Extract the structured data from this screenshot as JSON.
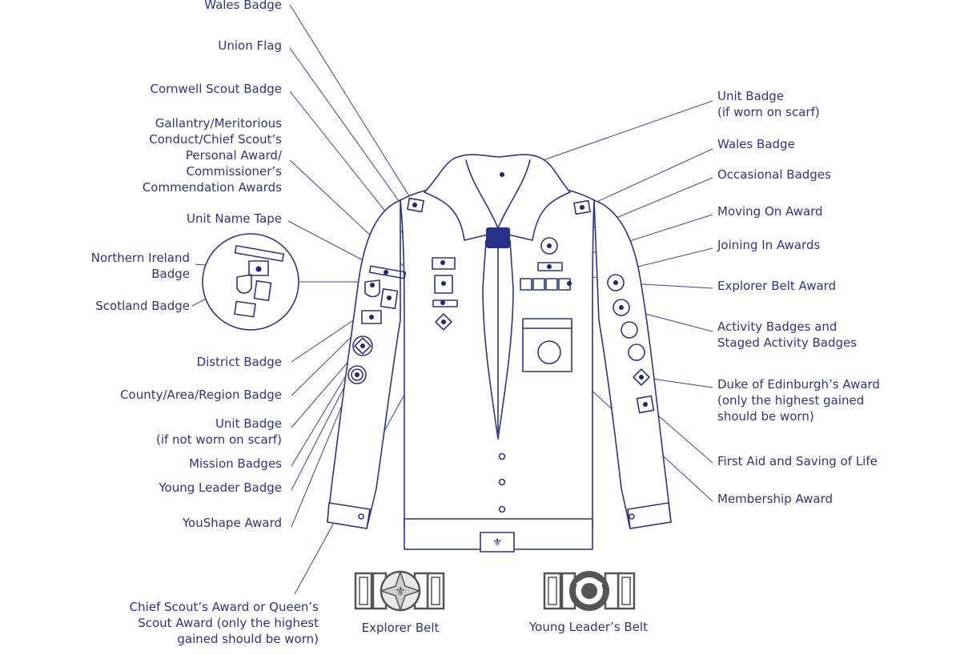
{
  "labels_left": [
    {
      "id": "wales-badge-top",
      "text": "Wales Badge"
    },
    {
      "id": "union-flag",
      "text": "Union Flag"
    },
    {
      "id": "cornwell-scout-badge",
      "text": "Cornwell Scout Badge"
    },
    {
      "id": "gallantry-awards",
      "text": "Gallantry/Meritorious\nConduct/Chief Scout’s\nPersonal Award/\nCommissioner’s\nCommendation Awards"
    },
    {
      "id": "unit-name-tape",
      "text": "Unit Name Tape"
    },
    {
      "id": "northern-ireland-badge",
      "text": "Northern Ireland\nBadge"
    },
    {
      "id": "scotland-badge",
      "text": "Scotland Badge"
    },
    {
      "id": "district-badge",
      "text": "District Badge"
    },
    {
      "id": "county-badge",
      "text": "County/Area/Region Badge"
    },
    {
      "id": "unit-badge-not-scarf",
      "text": "Unit Badge\n(if not worn on scarf)"
    },
    {
      "id": "mission-badges",
      "text": "Mission Badges"
    },
    {
      "id": "young-leader-badge",
      "text": "Young Leader Badge"
    },
    {
      "id": "youshape-award",
      "text": "YouShape Award"
    },
    {
      "id": "chief-scout-award",
      "text": "Chief Scout’s Award or Queen’s\nScout Award (only the highest\ngained should be worn)"
    }
  ],
  "labels_right": [
    {
      "id": "unit-badge-scarf",
      "text": "Unit Badge\n(if worn on scarf)"
    },
    {
      "id": "wales-badge-right",
      "text": "Wales Badge"
    },
    {
      "id": "occasional-badges",
      "text": "Occasional Badges"
    },
    {
      "id": "moving-on-award",
      "text": "Moving On Award"
    },
    {
      "id": "joining-in-awards",
      "text": "Joining In Awards"
    },
    {
      "id": "explorer-belt-award",
      "text": "Explorer Belt Award"
    },
    {
      "id": "activity-badges",
      "text": "Activity Badges and\nStaged Activity Badges"
    },
    {
      "id": "duke-of-edinburgh",
      "text": "Duke of Edinburgh’s Award\n(only the highest gained\nshould be worn)"
    },
    {
      "id": "first-aid",
      "text": "First Aid and Saving of Life"
    },
    {
      "id": "membership-award",
      "text": "Membership Award"
    }
  ],
  "belts": [
    {
      "id": "explorer-belt",
      "text": "Explorer Belt"
    },
    {
      "id": "young-leaders-belt",
      "text": "Young Leader’s Belt"
    }
  ],
  "colors": {
    "ink": "#2d3580",
    "navy": "#28318a",
    "grey": "#555555"
  }
}
